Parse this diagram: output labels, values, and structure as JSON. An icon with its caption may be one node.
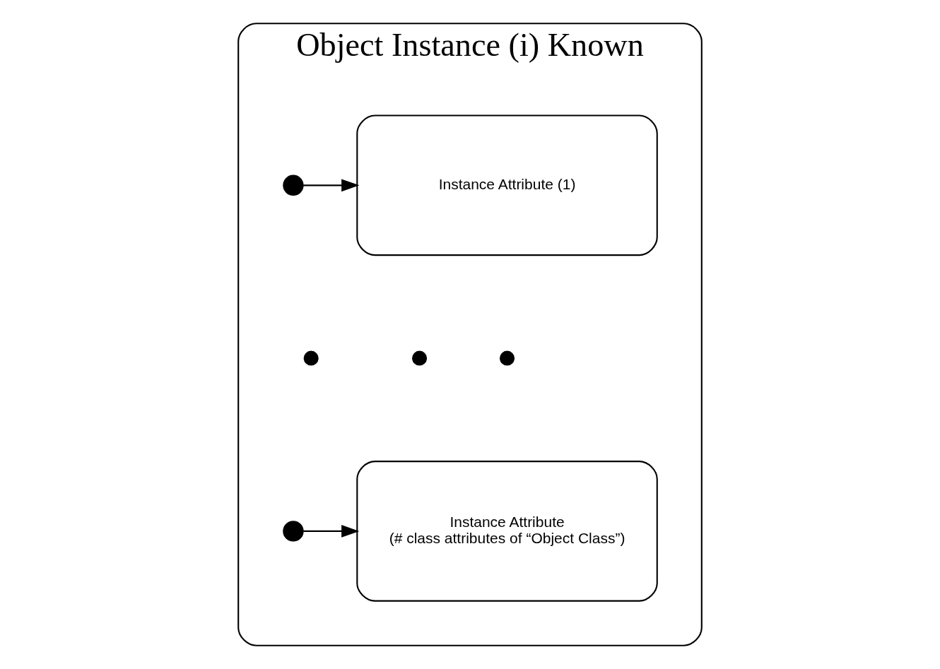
{
  "diagram": {
    "nodes": [
      {
        "text": [
          "Object Instance (i) Known"
        ]
      },
      {
        "text": [],
        "shape": "circle",
        "in": 0
      },
      {
        "text": [
          "Instance Attribute (1)"
        ],
        "in": 0
      },
      {
        "text": [],
        "shape": "circle",
        "in": 0
      },
      {
        "text": [],
        "shape": "circle",
        "in": 0
      },
      {
        "text": [],
        "shape": "circle",
        "in": 0
      },
      {
        "text": [],
        "shape": "circle",
        "in": 0
      },
      {
        "text": [
          "Instance Attribute (# class attributes of “Object Class”)"
        ],
        "in": 0
      }
    ],
    "edges": [
      {
        "from": 1,
        "to": 2,
        "arrow": "to"
      },
      {
        "from": 6,
        "to": 7,
        "arrow": "to"
      }
    ]
  }
}
